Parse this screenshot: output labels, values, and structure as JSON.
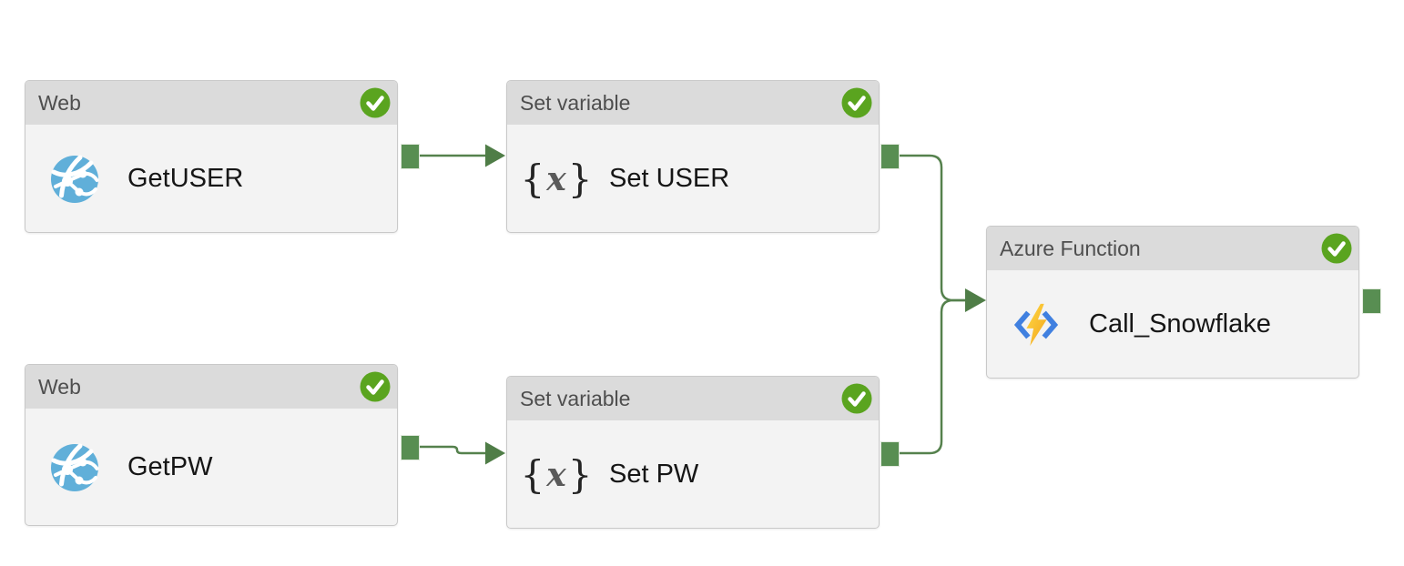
{
  "diagram": {
    "title": "pipeline-activity-graph",
    "background": "#ffffff",
    "nodes": [
      {
        "type_label": "Web",
        "name": "GetUSER",
        "icon": "web-activity-icon",
        "status": "succeeded"
      },
      {
        "type_label": "Set variable",
        "name": "Set USER",
        "icon": "set-variable-icon",
        "status": "succeeded"
      },
      {
        "type_label": "Web",
        "name": "GetPW",
        "icon": "web-activity-icon",
        "status": "succeeded"
      },
      {
        "type_label": "Set variable",
        "name": "Set PW",
        "icon": "set-variable-icon",
        "status": "succeeded"
      },
      {
        "type_label": "Azure Function",
        "name": "Call_Snowflake",
        "icon": "azure-function-icon",
        "status": "succeeded"
      }
    ],
    "edges": [
      {
        "from": "GetUSER",
        "to": "Set USER",
        "type": "success"
      },
      {
        "from": "GetPW",
        "to": "Set PW",
        "type": "success"
      },
      {
        "from": "Set USER",
        "to": "Call_Snowflake",
        "type": "success"
      },
      {
        "from": "Set PW",
        "to": "Call_Snowflake",
        "type": "success"
      }
    ],
    "glyphs": {
      "variable_open": "{",
      "variable_x": "x",
      "variable_close": "}"
    },
    "colors": {
      "node_header_bg": "#dbdbdb",
      "node_body_bg": "#f3f3f3",
      "node_border": "#c9c9c9",
      "header_text": "#4e4e4e",
      "name_text": "#161616",
      "success_green": "#5aa41f",
      "connector_green": "#55814d",
      "port_green": "#588e52",
      "web_icon_blue": "#60afd9",
      "function_bracket_blue": "#4080e0",
      "bolt_yellow": "#ffd945",
      "bolt_orange": "#f2a51c"
    }
  }
}
